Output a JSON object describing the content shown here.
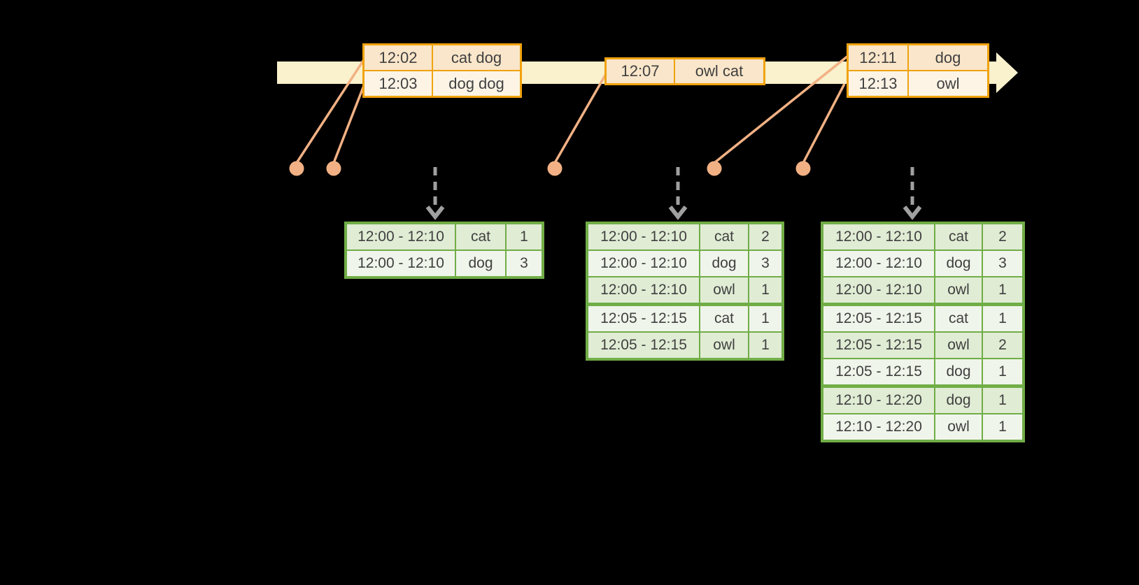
{
  "colors": {
    "background": "#000000",
    "timeline_band": "#FAF1CD",
    "event_table_border": "#F0A30E",
    "event_row_peach": "#FAE6CA",
    "event_row_cream": "#FDF4E6",
    "result_table_border": "#70AD47",
    "result_row_green": "#E0ECD4",
    "result_row_light": "#F0F5EB",
    "dot": "#F2B184",
    "connector_line": "#F2B184",
    "trigger_arrow": "#A0A0A0",
    "text": "#404040"
  },
  "event_tables": [
    {
      "rows": [
        {
          "time": "12:02",
          "words": "cat dog"
        },
        {
          "time": "12:03",
          "words": "dog dog"
        }
      ]
    },
    {
      "rows": [
        {
          "time": "12:07",
          "words": "owl cat"
        }
      ]
    },
    {
      "rows": [
        {
          "time": "12:11",
          "words": "dog"
        },
        {
          "time": "12:13",
          "words": "owl"
        }
      ]
    }
  ],
  "result_tables": [
    {
      "rows": [
        {
          "window": "12:00 - 12:10",
          "word": "cat",
          "count": "1"
        },
        {
          "window": "12:00 - 12:10",
          "word": "dog",
          "count": "3"
        }
      ]
    },
    {
      "rows": [
        {
          "window": "12:00 - 12:10",
          "word": "cat",
          "count": "2"
        },
        {
          "window": "12:00 - 12:10",
          "word": "dog",
          "count": "3"
        },
        {
          "window": "12:00 - 12:10",
          "word": "owl",
          "count": "1"
        },
        {
          "window": "12:05 - 12:15",
          "word": "cat",
          "count": "1"
        },
        {
          "window": "12:05 - 12:15",
          "word": "owl",
          "count": "1"
        }
      ]
    },
    {
      "rows": [
        {
          "window": "12:00 - 12:10",
          "word": "cat",
          "count": "2"
        },
        {
          "window": "12:00 - 12:10",
          "word": "dog",
          "count": "3"
        },
        {
          "window": "12:00 - 12:10",
          "word": "owl",
          "count": "1"
        },
        {
          "window": "12:05 - 12:15",
          "word": "cat",
          "count": "1"
        },
        {
          "window": "12:05 - 12:15",
          "word": "owl",
          "count": "2"
        },
        {
          "window": "12:05 - 12:15",
          "word": "dog",
          "count": "1"
        },
        {
          "window": "12:10 - 12:20",
          "word": "dog",
          "count": "1"
        },
        {
          "window": "12:10 - 12:20",
          "word": "owl",
          "count": "1"
        }
      ]
    }
  ]
}
